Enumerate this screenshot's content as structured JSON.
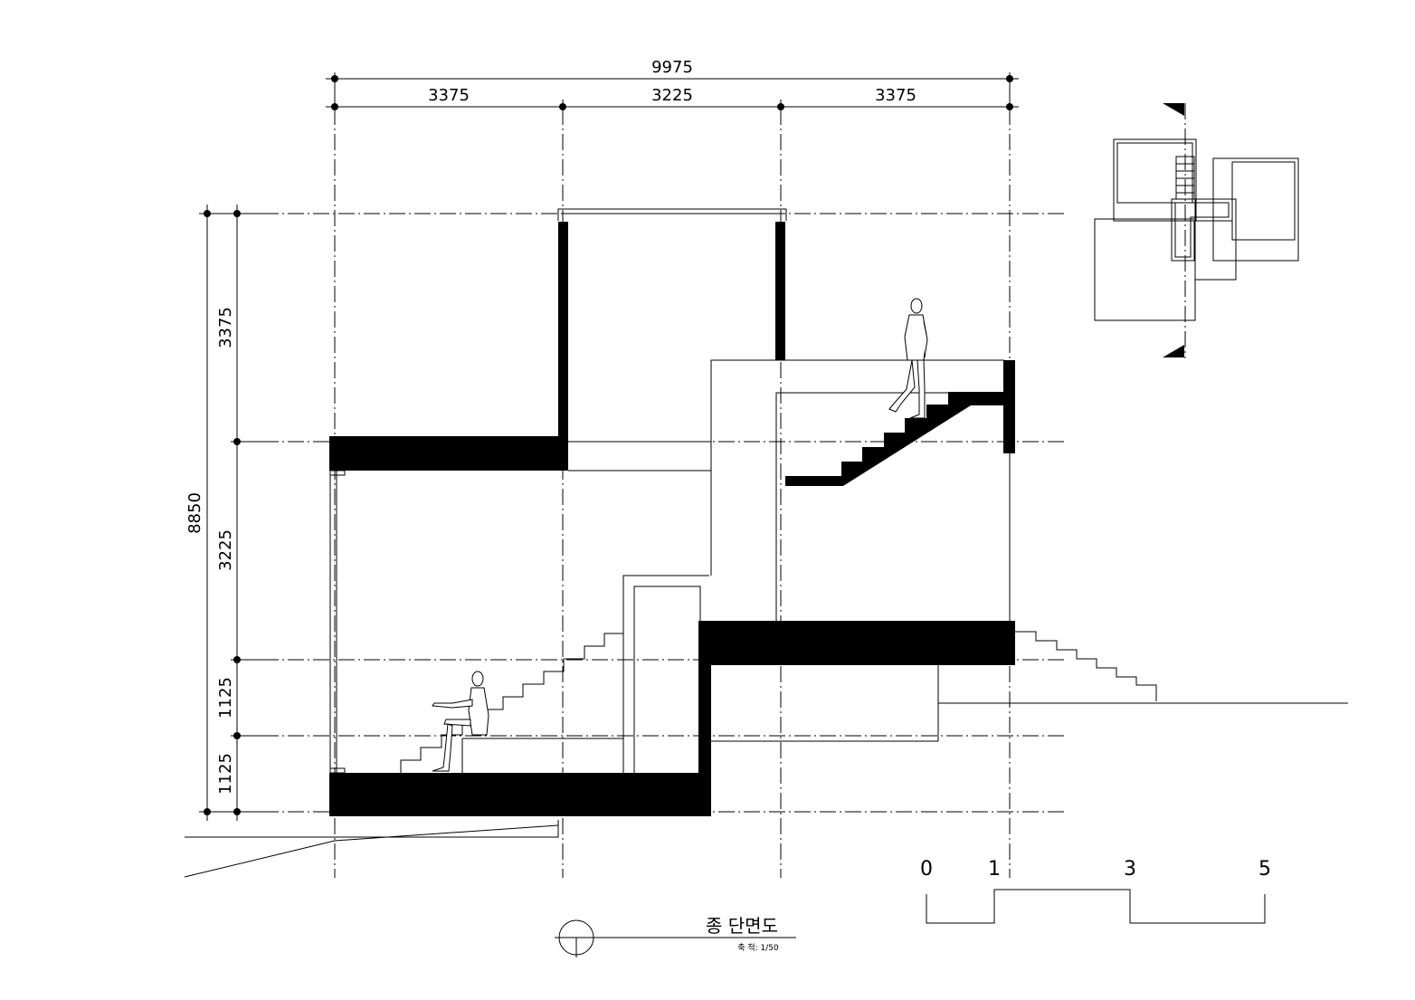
{
  "drawing": {
    "title": "종 단면도",
    "scale_label": "축 척: 1/50"
  },
  "dimensions": {
    "top_total": "9975",
    "top_segments": [
      "3375",
      "3225",
      "3375"
    ],
    "left_total": "8850",
    "left_segments": [
      "3375",
      "3225",
      "1125",
      "1125"
    ]
  },
  "scale_bar": {
    "labels": [
      "0",
      "1",
      "3",
      "5"
    ]
  },
  "colors": {
    "ink": "#000000",
    "paper": "#ffffff"
  }
}
